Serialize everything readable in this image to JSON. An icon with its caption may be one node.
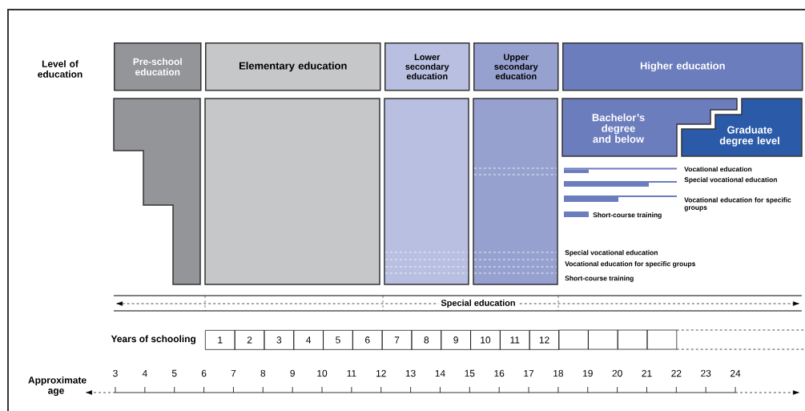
{
  "diagram": {
    "nodes": [
      {
        "text": [
          "Pre-school education"
        ]
      },
      {
        "text": [
          "Elementary education"
        ]
      },
      {
        "text": [
          "Lower secondary education"
        ]
      },
      {
        "text": [
          "Upper secondary education"
        ]
      },
      {
        "text": [
          "Higher education"
        ]
      },
      {
        "text": [],
        "shape": "box"
      },
      {
        "text": [],
        "shape": "box"
      },
      {
        "text": [],
        "shape": "box"
      },
      {
        "text": [],
        "shape": "box"
      },
      {
        "text": [
          "Bachelor’s degree and below"
        ]
      },
      {
        "text": [
          "Graduate degree level"
        ]
      }
    ],
    "labels": [
      "Level of education",
      "Vocational education",
      "Special vocational education",
      "Vocational education for specific groups",
      "Short-course training",
      "Special vocational education",
      "Vocational education for specific groups",
      "Short-course training",
      "Special education",
      "Years of schooling",
      "1",
      "2",
      "3",
      "4",
      "5",
      "6",
      "7",
      "8",
      "9",
      "10",
      "11",
      "12",
      "Approximate age",
      "3",
      "4",
      "5",
      "6",
      "7",
      "8",
      "9",
      "10",
      "11",
      "12",
      "13",
      "14",
      "15",
      "16",
      "17",
      "18",
      "19",
      "20",
      "21",
      "22",
      "23",
      "24"
    ]
  }
}
